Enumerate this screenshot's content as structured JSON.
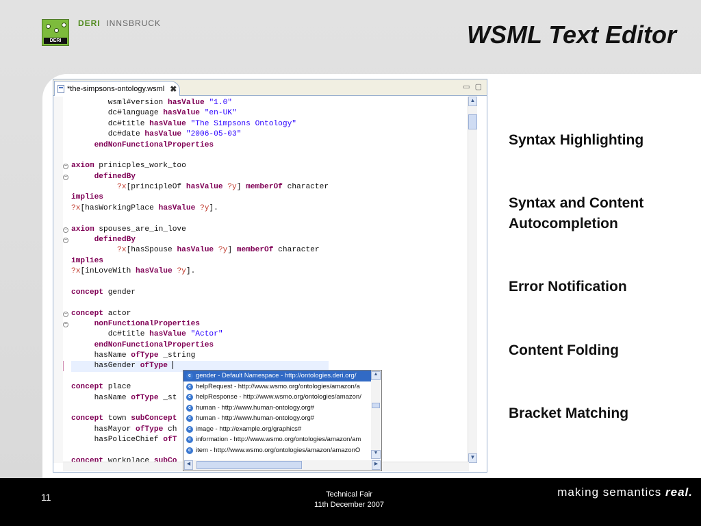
{
  "slide": {
    "title": "WSML Text Editor",
    "logo_box_label": "DERI",
    "logo_brand_a": "DERI",
    "logo_brand_b": "INNSBRUCK",
    "slide_number": "11",
    "footer_event": "Technical Fair",
    "footer_date": "11th December 2007",
    "tagline_pre": "making semantics",
    "tagline_bold": "real."
  },
  "editor": {
    "tab_label": "*the-simpsons-ontology.wsml",
    "tab_close": "✖",
    "window_controls": "▭ ▢",
    "code_lines": [
      [
        {
          "t": "        wsml#version "
        },
        {
          "t": "hasValue",
          "c": "kw"
        },
        {
          "t": " "
        },
        {
          "t": "\"1.0\"",
          "c": "str"
        }
      ],
      [
        {
          "t": "        dc#language "
        },
        {
          "t": "hasValue",
          "c": "kw"
        },
        {
          "t": " "
        },
        {
          "t": "\"en-UK\"",
          "c": "str"
        }
      ],
      [
        {
          "t": "        dc#title "
        },
        {
          "t": "hasValue",
          "c": "kw"
        },
        {
          "t": " "
        },
        {
          "t": "\"The Simpsons Ontology\"",
          "c": "str"
        }
      ],
      [
        {
          "t": "        dc#date "
        },
        {
          "t": "hasValue",
          "c": "kw"
        },
        {
          "t": " "
        },
        {
          "t": "\"2006-05-03\"",
          "c": "str"
        }
      ],
      [
        {
          "t": "     "
        },
        {
          "t": "endNonFunctionalProperties",
          "c": "kw"
        }
      ],
      [
        {
          "t": ""
        }
      ],
      [
        {
          "t": "axiom",
          "c": "kw"
        },
        {
          "t": " prinicples_work_too"
        }
      ],
      [
        {
          "t": "     "
        },
        {
          "t": "definedBy",
          "c": "kw"
        }
      ],
      [
        {
          "t": "          "
        },
        {
          "t": "?x",
          "c": "var"
        },
        {
          "t": "[principleOf "
        },
        {
          "t": "hasValue",
          "c": "kw"
        },
        {
          "t": " "
        },
        {
          "t": "?y",
          "c": "var"
        },
        {
          "t": "] "
        },
        {
          "t": "memberOf",
          "c": "kw"
        },
        {
          "t": " character"
        }
      ],
      [
        {
          "t": "implies",
          "c": "kw"
        }
      ],
      [
        {
          "t": "?x",
          "c": "var"
        },
        {
          "t": "[hasWorkingPlace "
        },
        {
          "t": "hasValue",
          "c": "kw"
        },
        {
          "t": " "
        },
        {
          "t": "?y",
          "c": "var"
        },
        {
          "t": "]."
        }
      ],
      [
        {
          "t": ""
        }
      ],
      [
        {
          "t": "axiom",
          "c": "kw"
        },
        {
          "t": " spouses_are_in_love"
        }
      ],
      [
        {
          "t": "     "
        },
        {
          "t": "definedBy",
          "c": "kw"
        }
      ],
      [
        {
          "t": "          "
        },
        {
          "t": "?x",
          "c": "var"
        },
        {
          "t": "[hasSpouse "
        },
        {
          "t": "hasValue",
          "c": "kw"
        },
        {
          "t": " "
        },
        {
          "t": "?y",
          "c": "var"
        },
        {
          "t": "] "
        },
        {
          "t": "memberOf",
          "c": "kw"
        },
        {
          "t": " character"
        }
      ],
      [
        {
          "t": "implies",
          "c": "kw"
        }
      ],
      [
        {
          "t": "?x",
          "c": "var"
        },
        {
          "t": "[inLoveWith "
        },
        {
          "t": "hasValue",
          "c": "kw"
        },
        {
          "t": " "
        },
        {
          "t": "?y",
          "c": "var"
        },
        {
          "t": "]."
        }
      ],
      [
        {
          "t": ""
        }
      ],
      [
        {
          "t": "concept",
          "c": "kw"
        },
        {
          "t": " gender"
        }
      ],
      [
        {
          "t": ""
        }
      ],
      [
        {
          "t": "concept",
          "c": "kw"
        },
        {
          "t": " actor"
        }
      ],
      [
        {
          "t": "     "
        },
        {
          "t": "nonFunctionalProperties",
          "c": "kw"
        }
      ],
      [
        {
          "t": "        dc#title "
        },
        {
          "t": "hasValue",
          "c": "kw"
        },
        {
          "t": " "
        },
        {
          "t": "\"Actor\"",
          "c": "str"
        }
      ],
      [
        {
          "t": "     "
        },
        {
          "t": "endNonFunctionalProperties",
          "c": "kw"
        }
      ],
      [
        {
          "t": "     hasName "
        },
        {
          "t": "ofType",
          "c": "kw"
        },
        {
          "t": " _string"
        }
      ],
      [
        {
          "t": "     hasGender "
        },
        {
          "t": "ofType",
          "c": "kw"
        },
        {
          "t": " "
        }
      ],
      [
        {
          "t": ""
        }
      ],
      [
        {
          "t": "concept",
          "c": "kw"
        },
        {
          "t": " place"
        }
      ],
      [
        {
          "t": "     hasName "
        },
        {
          "t": "ofType",
          "c": "kw"
        },
        {
          "t": " _st"
        }
      ],
      [
        {
          "t": ""
        }
      ],
      [
        {
          "t": "concept",
          "c": "kw"
        },
        {
          "t": " town "
        },
        {
          "t": "subConcept",
          "c": "kw"
        }
      ],
      [
        {
          "t": "     hasMayor "
        },
        {
          "t": "ofType",
          "c": "kw"
        },
        {
          "t": " ch"
        }
      ],
      [
        {
          "t": "     hasPoliceChief "
        },
        {
          "t": "ofT",
          "c": "kw"
        }
      ],
      [
        {
          "t": ""
        }
      ],
      [
        {
          "t": "concept",
          "c": "kw"
        },
        {
          "t": " workplace "
        },
        {
          "t": "subCo",
          "c": "kw"
        }
      ]
    ],
    "fold_lines": [
      6,
      7,
      12,
      13,
      20,
      21
    ],
    "active_line": 25
  },
  "autocomplete": {
    "items": [
      "gender - Default Namespace - http://ontologies.deri.org/",
      "helpRequest - http://www.wsmo.org/ontologies/amazon/a",
      "helpResponse - http://www.wsmo.org/ontologies/amazon/",
      "human - http://www.human-ontology.org#",
      "human - http://www.human-ontology.org#",
      "image - http://example.org/graphics#",
      "information - http://www.wsmo.org/ontologies/amazon/am",
      "item - http://www.wsmo.org/ontologies/amazon/amazonO"
    ],
    "selected_index": 0,
    "scroll_fraction": 0.35
  },
  "features": [
    "Syntax Highlighting",
    "Syntax and Content Autocompletion",
    "Error Notification",
    "Content Folding",
    "Bracket Matching"
  ],
  "icons": {
    "vscroll_up": "▲",
    "vscroll_down": "▼",
    "hscroll_left": "◀",
    "hscroll_right": "▶",
    "completion_item": "c"
  }
}
